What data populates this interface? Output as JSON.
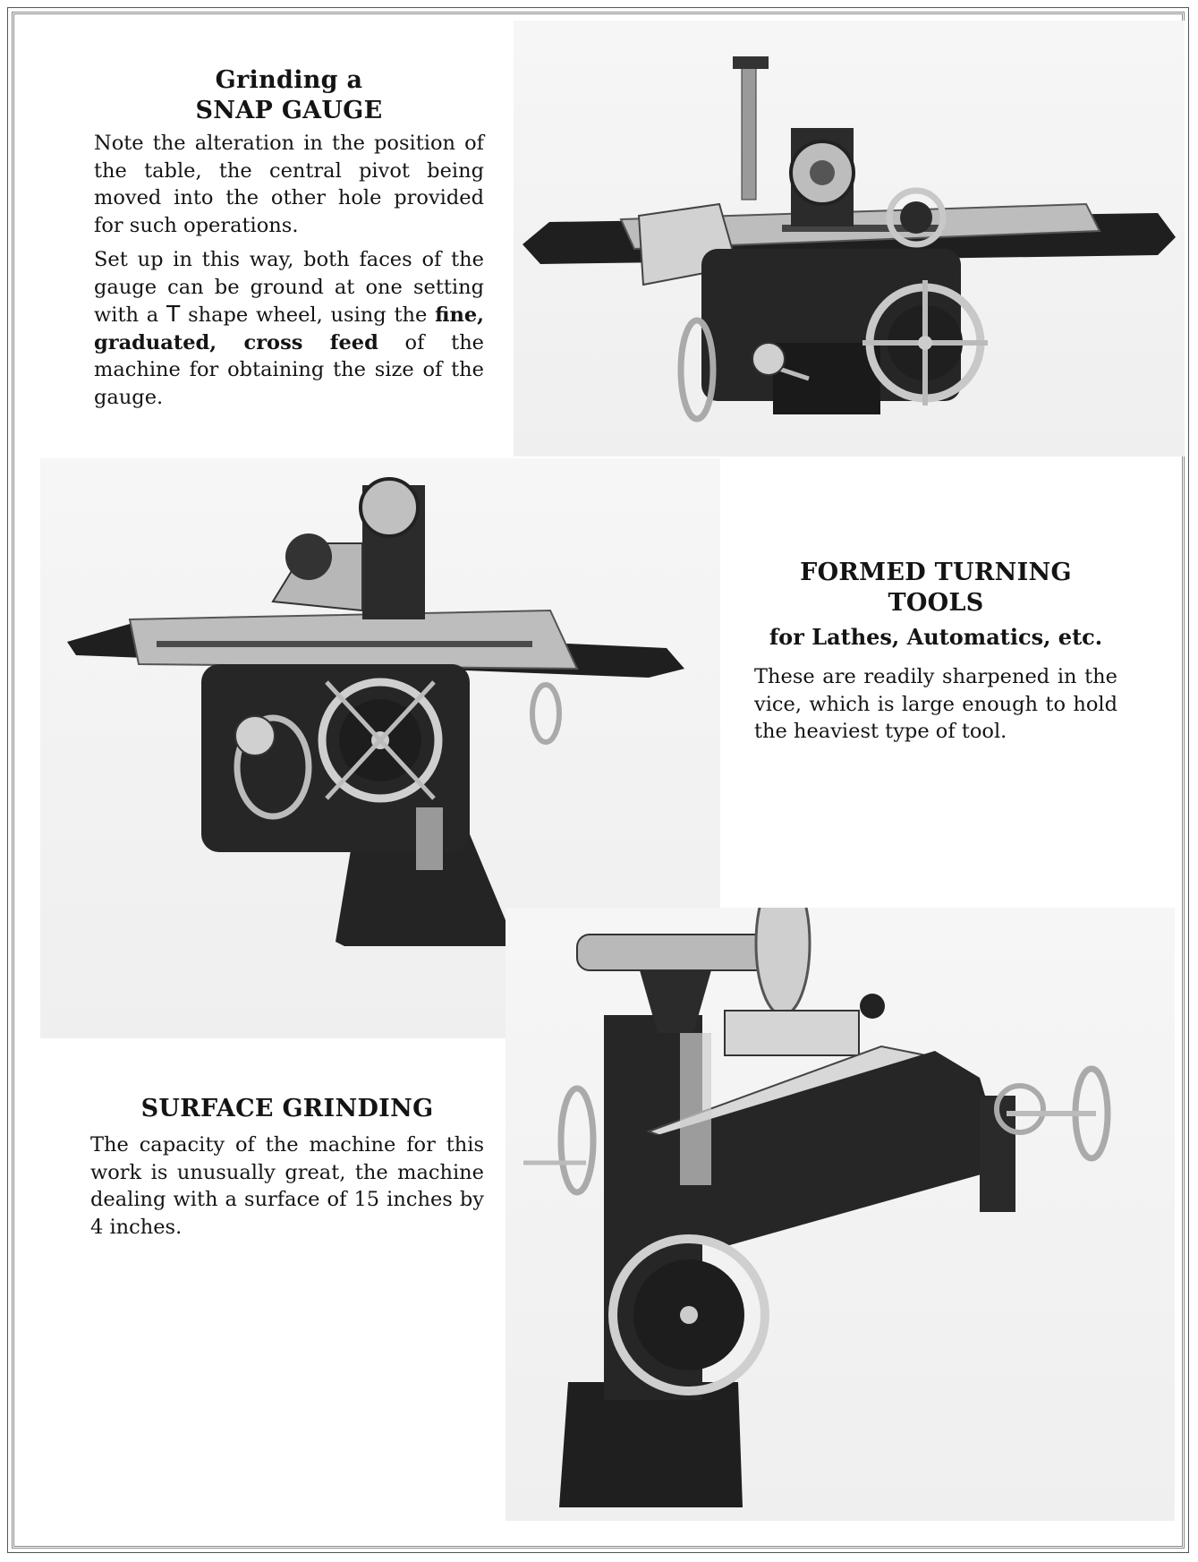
{
  "sections": {
    "snap_gauge": {
      "title_line1": "Grinding a",
      "title_line2": "SNAP GAUGE",
      "para1": "Note the alteration in the position of the table, the central pivot being moved into the other hole provided for such operations.",
      "para2_start": "Set up in this way, both faces of the gauge can be ground at one setting with a ",
      "para2_t_glyph": "T",
      "para2_mid": " shape wheel, using the ",
      "para2_bold": "fine, graduated, cross feed",
      "para2_end": " of the machine for obtaining the size of the gauge."
    },
    "formed_turning_tools": {
      "title_line1": "FORMED TURNING",
      "title_line2": "TOOLS",
      "subtitle": "for Lathes, Automatics, etc.",
      "para": "These are readily sharpened in the vice, which is large enough to hold the heaviest type of tool."
    },
    "surface_grinding": {
      "title": "SURFACE GRINDING",
      "para": "The capacity of the machine for this work is unusually great, the machine dealing with a surface of 15 inches by 4 inches."
    }
  },
  "colors": {
    "ink": "#141414",
    "machine_dark": "#262626",
    "machine_metal": "#a9a9a9",
    "photo_bg": "#f2f2f2"
  }
}
